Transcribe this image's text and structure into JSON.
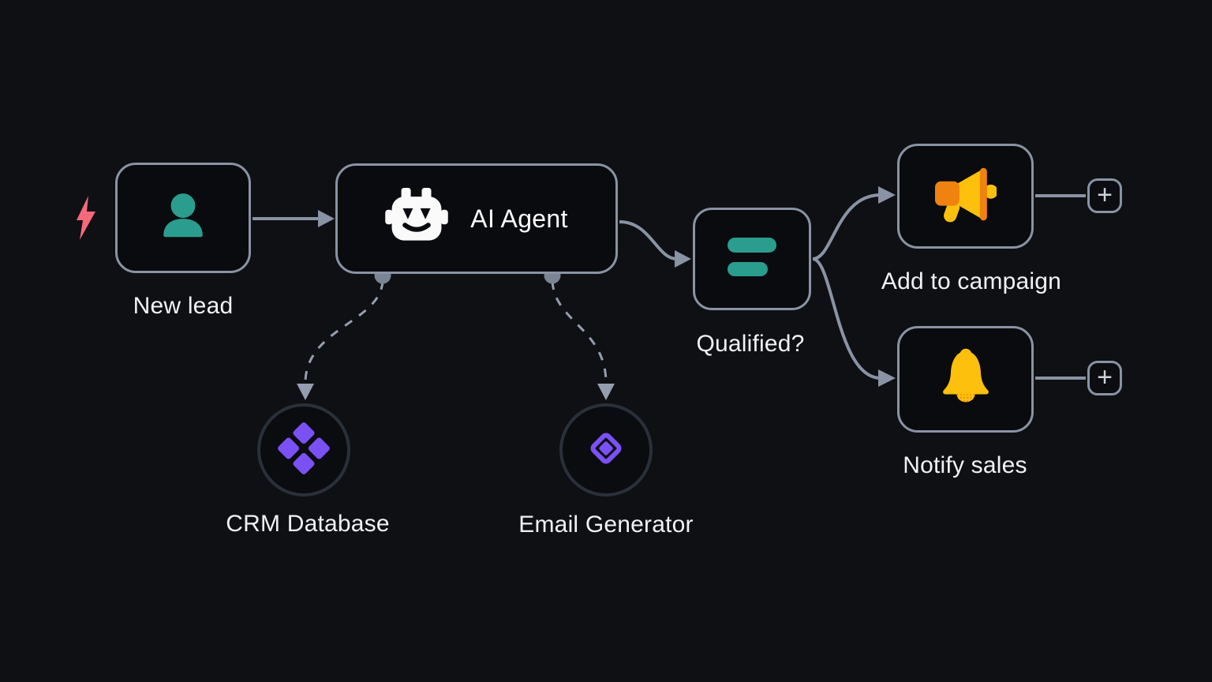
{
  "workflow": {
    "trigger_node": {
      "label": "New lead",
      "icon": "person-icon"
    },
    "agent_node": {
      "title": "AI Agent",
      "icon": "robot-icon"
    },
    "qualified_node": {
      "label": "Qualified?",
      "icon": "equals-filter-icon"
    },
    "campaign_node": {
      "label": "Add to campaign",
      "icon": "megaphone-icon"
    },
    "notify_node": {
      "label": "Notify sales",
      "icon": "bell-icon"
    },
    "crm_node": {
      "label": "CRM Database",
      "icon": "diamonds-cluster-icon"
    },
    "email_node": {
      "label": "Email Generator",
      "icon": "nested-diamond-icon"
    },
    "trigger_icon": "lightning-bolt-icon",
    "add_button_label": "+"
  },
  "colors": {
    "background": "#0F1013",
    "node_fill": "#0A0B0E",
    "node_border": "#8A93A5",
    "edge": "#8A93A5",
    "dashed_edge": "#959EAF",
    "subnode_border": "#2A303B",
    "teal": "#2A9D8F",
    "purple": "#7B50F5",
    "pink": "#F5697B",
    "yellow": "#FCC00D",
    "orange": "#F0820F",
    "text": "#F1F2F4"
  }
}
